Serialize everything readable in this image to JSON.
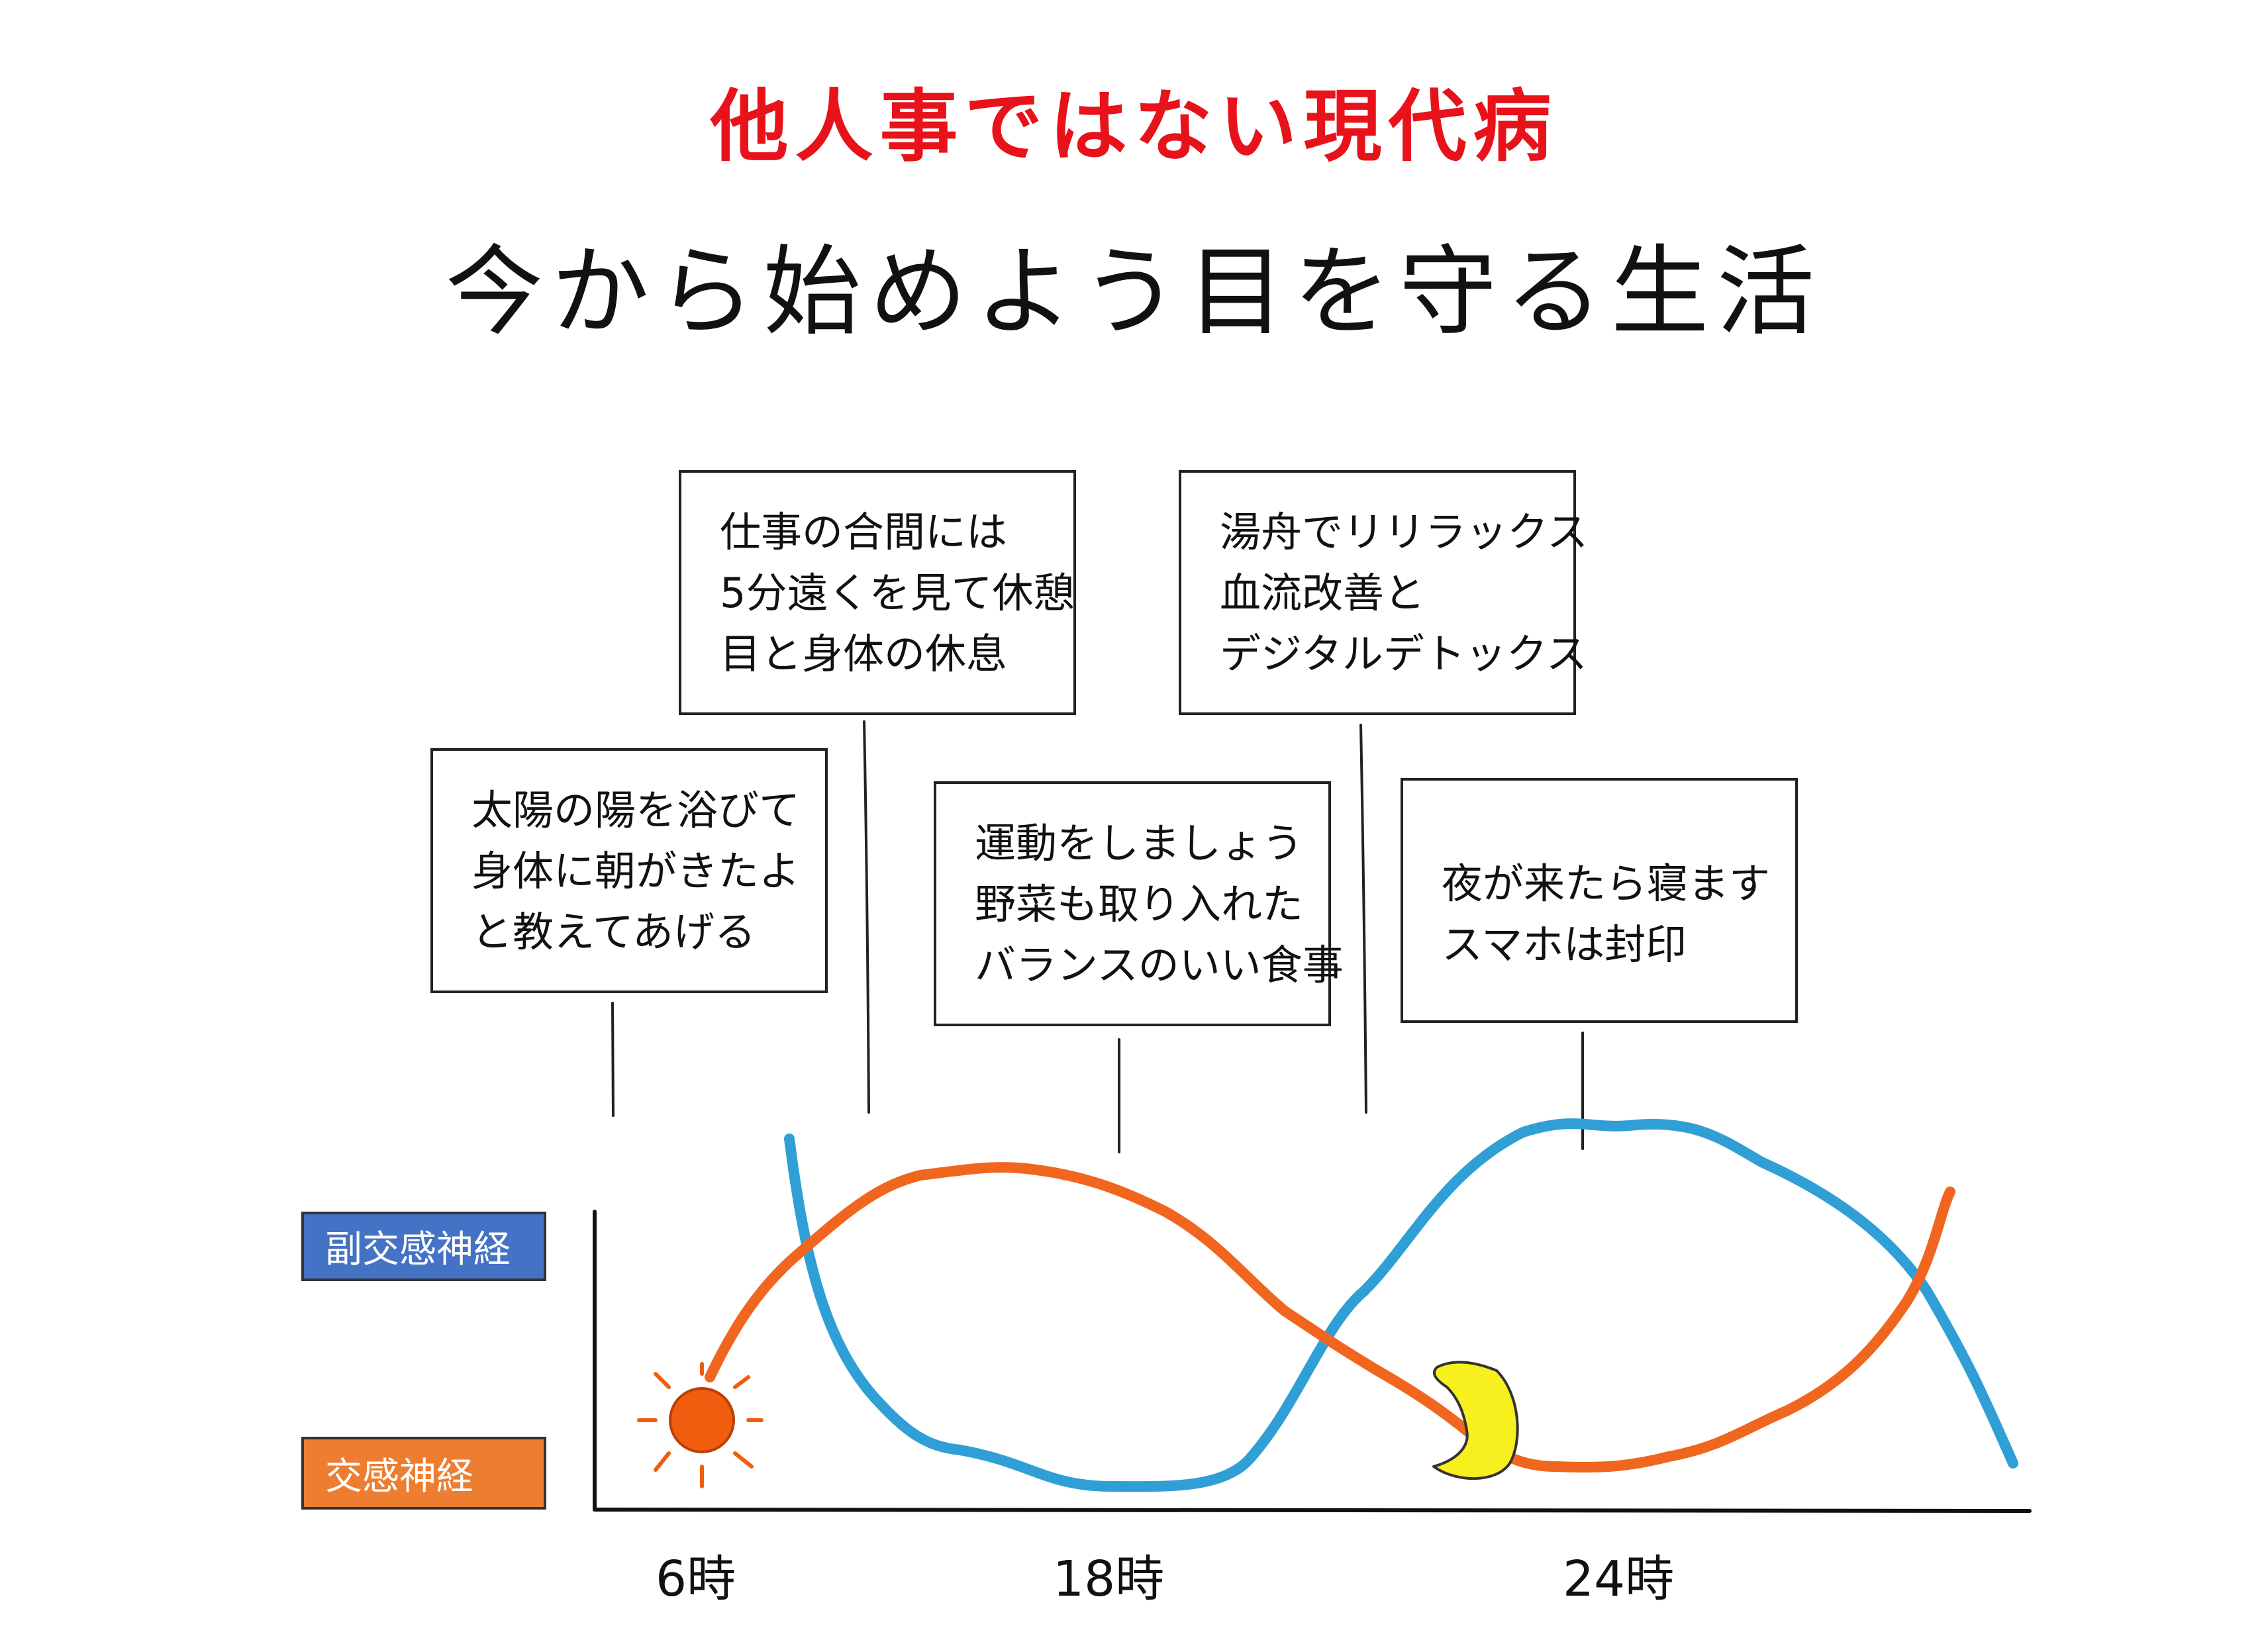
{
  "subtitle": "他人事ではない現代病",
  "title": "今から始めよう目を守る生活",
  "boxes": [
    {
      "lines": [
        "仕事の合間には",
        "5分遠くを見て休憩",
        "目と身体の休息"
      ]
    },
    {
      "lines": [
        "湯舟でリリラックス",
        "血流改善と",
        "デジタルデトックス"
      ]
    },
    {
      "lines": [
        "太陽の陽を浴びて",
        "身体に朝がきたよ",
        "と教えてあげる"
      ]
    },
    {
      "lines": [
        "運動をしましょう",
        "野菜も取り入れた",
        "バランスのいい食事"
      ]
    },
    {
      "lines": [
        "夜が来たら寝ます",
        "スマホは封印"
      ]
    }
  ],
  "legend": {
    "parasympathetic": "副交感神経",
    "sympathetic": "交感神経"
  },
  "x_labels": [
    "6時",
    "18時",
    "24時"
  ],
  "colors": {
    "subtitle": "#e8121a",
    "parasympathetic": "#2f9fd6",
    "sympathetic": "#f0661e",
    "legend_parasympathetic_fill": "#4472c4",
    "legend_sympathetic_fill": "#ed7d31",
    "sun": "#f25c0f",
    "moon": "#f7f01e"
  },
  "icons": [
    "sun-icon",
    "moon-icon"
  ]
}
